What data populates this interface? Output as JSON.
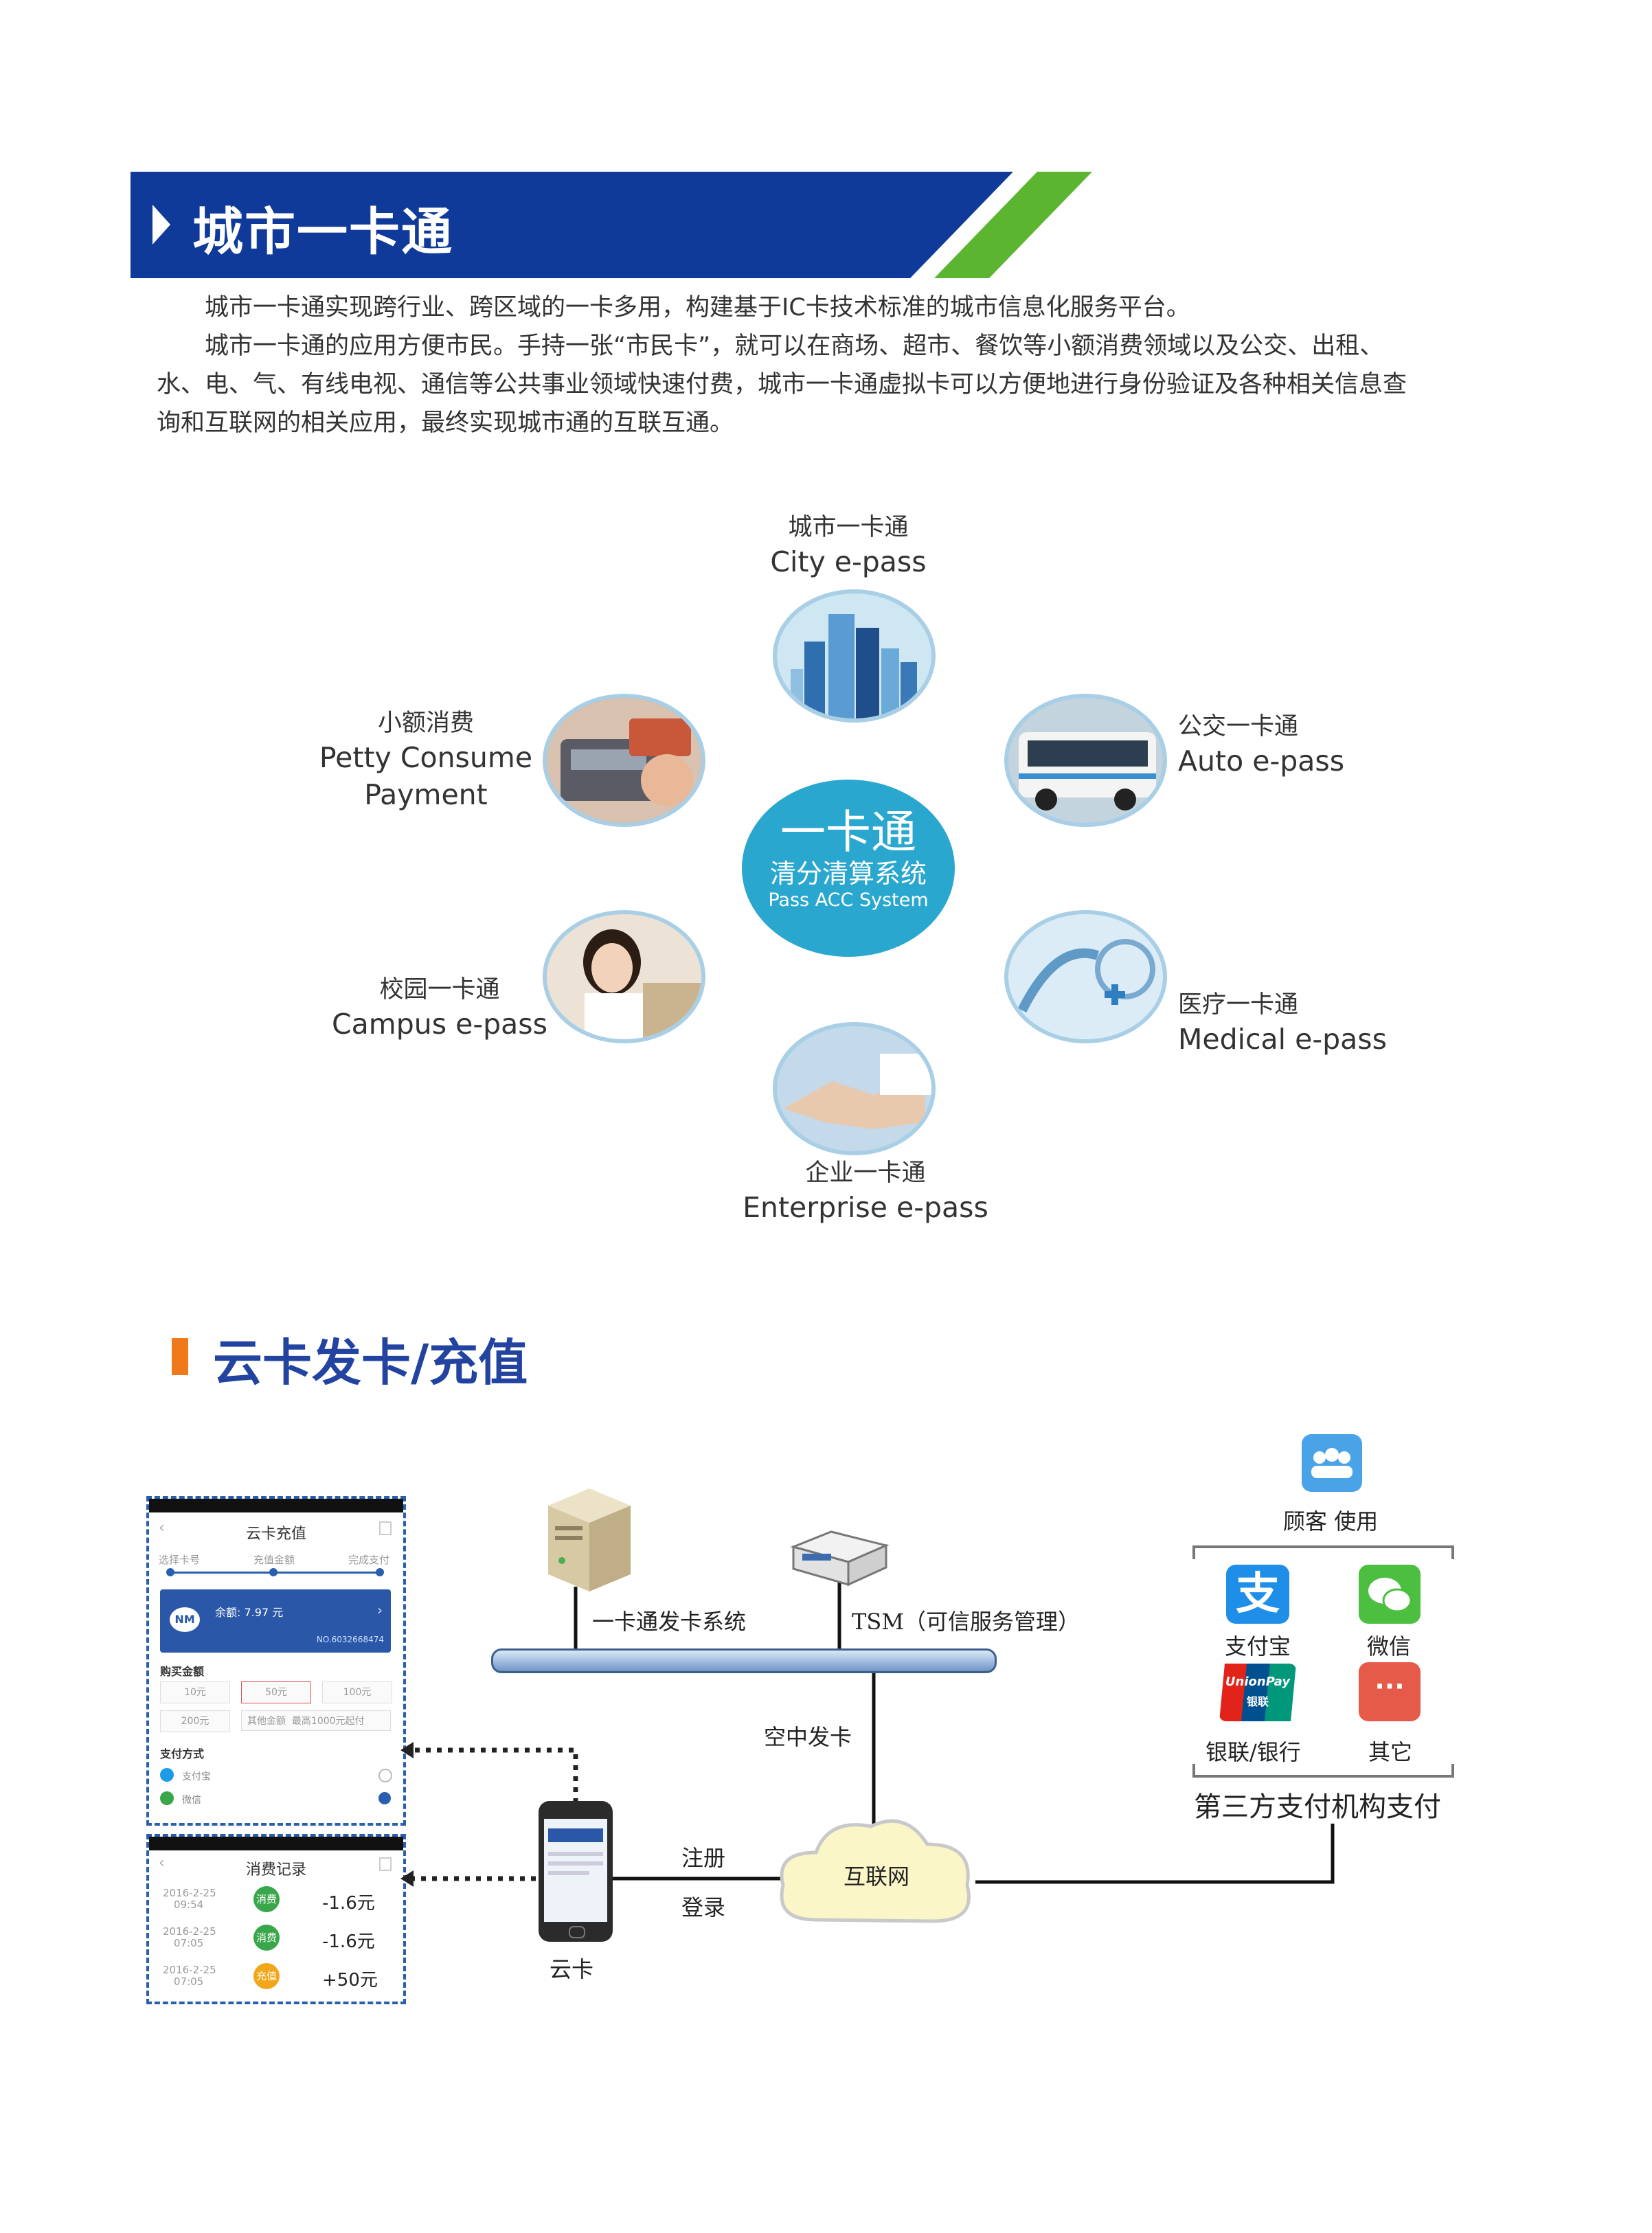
{
  "section1": {
    "title": "城市一卡通",
    "paragraphs": [
      "城市一卡通实现跨行业、跨区域的一卡多用，构建基于IC卡技术标准的城市信息化服务平台。",
      "城市一卡通的应用方便市民。手持一张“市民卡”，就可以在商场、超市、餐饮等小额消费领域以及公交、出租、",
      "水、电、气、有线电视、通信等公共事业领域快速付费，城市一卡通虚拟卡可以方便地进行身份验证及各种相关信息查",
      "询和互联网的相关应用，最终实现城市通的互联互通。"
    ]
  },
  "hub": {
    "line1": "一卡通",
    "line2": "清分清算系统",
    "line3": "Pass ACC System"
  },
  "nodes": {
    "city": {
      "cn": "城市一卡通",
      "en": "City e-pass",
      "icon": "city-buildings"
    },
    "petty": {
      "cn": "小额消费",
      "en1": "Petty Consume",
      "en2": "Payment",
      "icon": "card-payment"
    },
    "auto": {
      "cn": "公交一卡通",
      "en": "Auto e-pass",
      "icon": "bus"
    },
    "campus": {
      "cn": "校园一卡通",
      "en": "Campus e-pass",
      "icon": "student"
    },
    "medical": {
      "cn": "医疗一卡通",
      "en": "Medical e-pass",
      "icon": "medical"
    },
    "enterprise": {
      "cn": "企业一卡通",
      "en": "Enterprise e-pass",
      "icon": "handshake"
    }
  },
  "section2": {
    "title": "云卡发卡/充值"
  },
  "phone_recharge": {
    "title": "云卡充值",
    "step_labels": [
      "选择卡号",
      "充值金额",
      "完成支付"
    ],
    "card_logo": "NM",
    "card_balance": "余额: 7.97 元",
    "card_number": "NO.6032668474",
    "amount_heading": "购买金额",
    "amount_options": [
      "10元",
      "50元",
      "100元",
      "200元",
      "其他金额",
      "最高1000元起付"
    ],
    "pay_heading": "支付方式",
    "pay_methods": [
      "支付宝",
      "微信"
    ]
  },
  "phone_records": {
    "title": "消费记录",
    "records": [
      {
        "date": "2016-2-25",
        "time": "09:54",
        "type": "消费",
        "amount": "-1.6元",
        "color": "#3aa64a"
      },
      {
        "date": "2016-2-25",
        "time": "07:05",
        "type": "消费",
        "amount": "-1.6元",
        "color": "#3aa64a"
      },
      {
        "date": "2016-2-25",
        "time": "07:05",
        "type": "充值",
        "amount": "+50元",
        "color": "#f2a61a"
      }
    ]
  },
  "diagram": {
    "issue_system": "一卡通发卡系统",
    "tsm": "TSM（可信服务管理）",
    "ota": "空中发卡",
    "register": "注册",
    "login": "登录",
    "internet": "互联网",
    "cloud_card": "云卡",
    "customer_use": "顾客 使用",
    "alipay": "支付宝",
    "wechat": "微信",
    "unionpay": "银联/银行",
    "other": "其它",
    "third_party": "第三方支付机构支付",
    "unionpay_logo": "UnionPay",
    "unionpay_logo_cn": "银联"
  }
}
